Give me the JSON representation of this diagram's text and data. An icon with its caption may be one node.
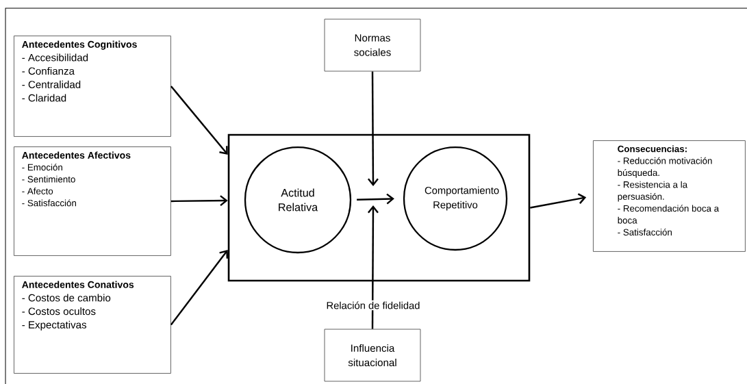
{
  "diagram": {
    "nodes": [
      {
        "text": [
          "Antecedentes Cognitivos",
          "- Accesibilidad",
          "- Confianza",
          "- Centralidad",
          "- Claridad"
        ]
      },
      {
        "text": [
          "Antecedentes Afectivos",
          "- Emoción",
          "- Sentimiento",
          "- Afecto",
          "- Satisfacción"
        ]
      },
      {
        "text": [
          "Antecedentes Conativos",
          "- Costos de cambio",
          "- Costos ocultos",
          "- Expectativas"
        ]
      },
      {
        "text": [
          "Normas sociales"
        ]
      },
      {
        "text": [],
        "shape": "box"
      },
      {
        "text": [
          "Actitud Relativa"
        ],
        "in": 4
      },
      {
        "text": [
          "Comportamiento Repetitivo"
        ],
        "in": 4
      },
      {
        "text": [
          "Consecuencias:",
          "- Reducción motivación búsqueda.",
          "- Resistencia a la persuasión.",
          "- Recomendación boca a boca",
          "- Satisfacción"
        ]
      },
      {
        "text": [
          "Influencia situacional"
        ]
      }
    ],
    "edges": [
      {
        "from": 0,
        "to": 4,
        "arrow": "to"
      },
      {
        "from": 1,
        "to": 4,
        "arrow": "to"
      },
      {
        "from": 2,
        "to": 4,
        "arrow": "to"
      },
      {
        "from": 5,
        "to": 6,
        "arrow": "to"
      },
      {
        "from": 3,
        "to": null,
        "arrow": "to"
      },
      {
        "from": 8,
        "to": null,
        "arrow": "to",
        "label": "Relación de fidelidad"
      },
      {
        "from": 4,
        "to": 7,
        "arrow": "to"
      }
    ]
  }
}
